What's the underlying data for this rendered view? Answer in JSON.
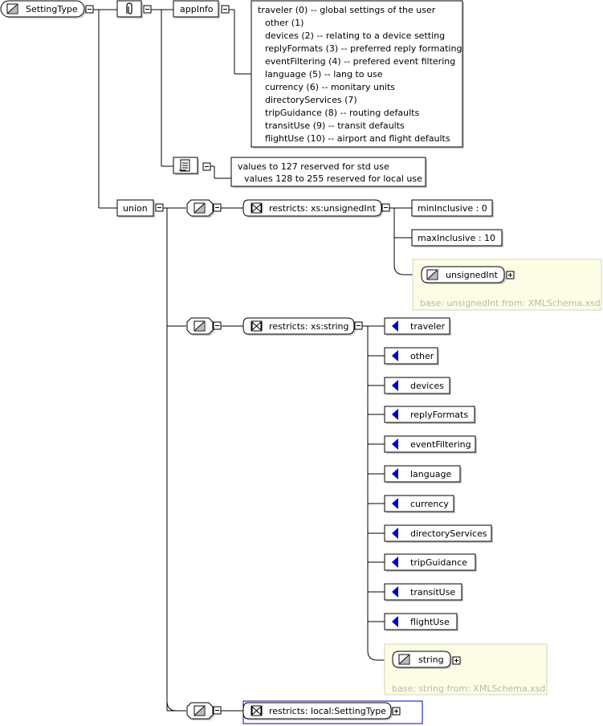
{
  "root": {
    "label": "SettingType"
  },
  "app_info": {
    "label": "appInfo",
    "lines": [
      "traveler (0) -- global settings of the user",
      "other (1)",
      "devices (2) -- relating to a device setting",
      "replyFormats (3) -- preferred reply formating",
      "eventFiltering (4) -- prefered event filtering",
      "language (5) -- lang to use",
      "currency (6) -- monitary units",
      "directoryServices (7)",
      "tripGuidance (8) -- routing defaults",
      "transitUse (9) -- transit defaults",
      "flightUse (10) -- airport and flight defaults"
    ]
  },
  "documentation": {
    "lines": [
      "values to 127 reserved for std use",
      "values 128 to 255 reserved for local use"
    ]
  },
  "union": {
    "label": "union"
  },
  "restriction_uint": {
    "label": "restricts: xs:unsignedInt",
    "facets": [
      "minInclusive : 0",
      "maxInclusive : 10"
    ],
    "base_type": "unsignedInt",
    "base_note": "base: unsignedInt from: XMLSchema.xsd"
  },
  "restriction_string": {
    "label": "restricts: xs:string",
    "enumerations": [
      "traveler",
      "other",
      "devices",
      "replyFormats",
      "eventFiltering",
      "language",
      "currency",
      "directoryServices",
      "tripGuidance",
      "transitUse",
      "flightUse"
    ],
    "base_type": "string",
    "base_note": "base: string from: XMLSchema.xsd"
  },
  "restriction_local": {
    "label": "restricts: local:SettingType"
  },
  "colors": {
    "enum_marker": "#0000c8",
    "annotation_fill": "#fdfde6",
    "note_text": "#b9b9a8",
    "selected_border": "#0000c8"
  },
  "icons": {
    "simple_type": "simple-type-icon",
    "annotation": "paperclip-icon",
    "documentation": "scroll-icon",
    "restriction": "restriction-bowtie-icon",
    "expand": "plus-icon",
    "collapse": "minus-icon"
  }
}
